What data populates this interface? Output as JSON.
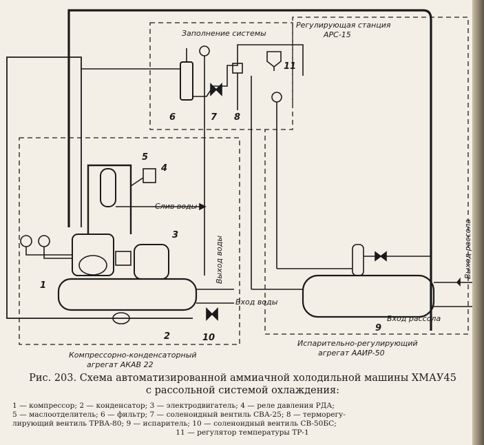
{
  "diagram": {
    "labels": {
      "system_fill": "Заполнение системы",
      "station_line1": "Регулирующая станция",
      "station_line2": "АРС-15",
      "water_drain": "Слив воды",
      "water_out": "Выход воды",
      "water_in": "Вход воды",
      "brine_out": "Выход рассола",
      "brine_in": "Вход рассола",
      "unit_kk_line1": "Компрессорно-конденсаторный",
      "unit_kk_line2": "агрегат АКАВ 22",
      "unit_ir_line1": "Испарительно-регулирующий",
      "unit_ir_line2": "агрегат ААИР-50"
    },
    "numbers": {
      "n1": "1",
      "n2": "2",
      "n3": "3",
      "n4": "4",
      "n5": "5",
      "n6": "6",
      "n7": "7",
      "n8": "8",
      "n9": "9",
      "n10": "10",
      "n11": "11"
    }
  },
  "caption": {
    "line1": "Рис. 203. Схема автоматизированной аммиачной холодильной машины ХМАУ45",
    "line2": "с рассольной системой охлаждения:"
  },
  "legend": {
    "line1": "1 — компрессор; 2 — конденсатор; 3 — электродвигатель; 4 — реле давления РДА;",
    "line2": "5 — маслоотделитель; 6 — фильтр; 7 — соленоидный вентиль СВА-25; 8 — терморегу-",
    "line3": "лирующий вентиль ТРВА-80; 9 — испаритель; 10 — соленоидный вентиль СВ-50БС;",
    "line4": "11 — регулятор температуры ТР-1"
  }
}
